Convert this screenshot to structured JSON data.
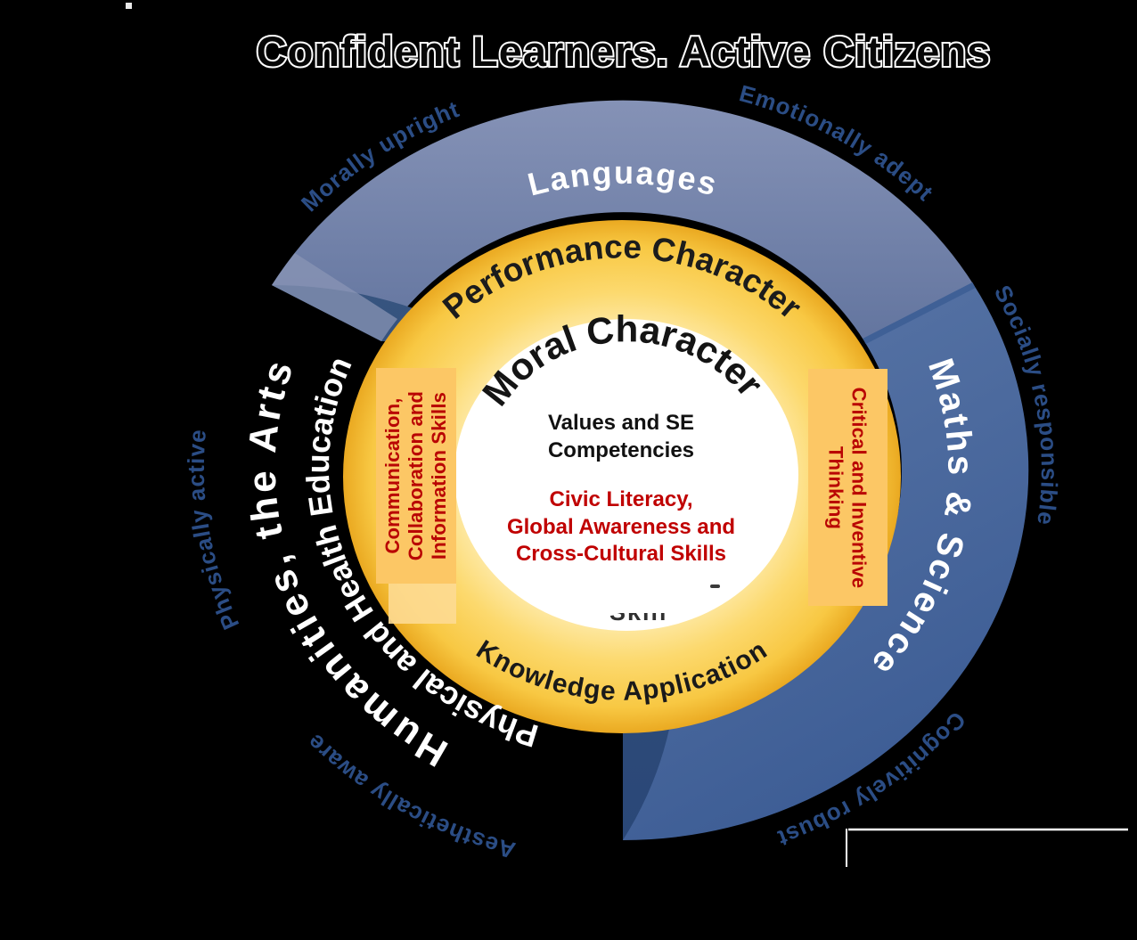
{
  "title": "Confident Learners. Active Citizens",
  "outer_attributes": {
    "morally_upright": "Morally upright",
    "emotionally_adept": "Emotionally adept",
    "socially_responsible": "Socially responsible",
    "cognitively_robust": "Cognitively robust",
    "aesthetically_aware": "Aesthetically aware",
    "physically_active": "Physically active"
  },
  "subject_ring": {
    "languages": "Languages",
    "maths_science": "Maths & Science",
    "humanities_arts": "Humanities, the Arts",
    "physical_health": "Physical and Health Education"
  },
  "character_ring": {
    "performance": "Performance Character",
    "moral": "Moral Character",
    "knowledge": "Knowledge Application"
  },
  "skill_boxes": {
    "left": [
      "Communication,",
      "Collaboration and",
      "Information Skills"
    ],
    "right": [
      "Critical and Inventive",
      "Thinking"
    ]
  },
  "center": {
    "values": [
      "Values and SE",
      "Competencies"
    ],
    "competencies": [
      "Civic Literacy,",
      "Global Awareness and",
      "Cross-Cultural Skills"
    ],
    "obscured_remnant": "Skills"
  },
  "colors": {
    "background": "#000000",
    "ring_languages_blue": "#6f7fa9",
    "ring_maths_blue": "#48689e",
    "ring_humanities_navy": "#2e4c7d",
    "yellow_ring": "#fbd564",
    "gold_rim": "#eaa921",
    "skill_box_orange": "#fcc765",
    "skill_text_red": "#b90504",
    "center_red": "#c00000",
    "outer_label_navy": "#2b4d85",
    "white": "#ffffff"
  }
}
